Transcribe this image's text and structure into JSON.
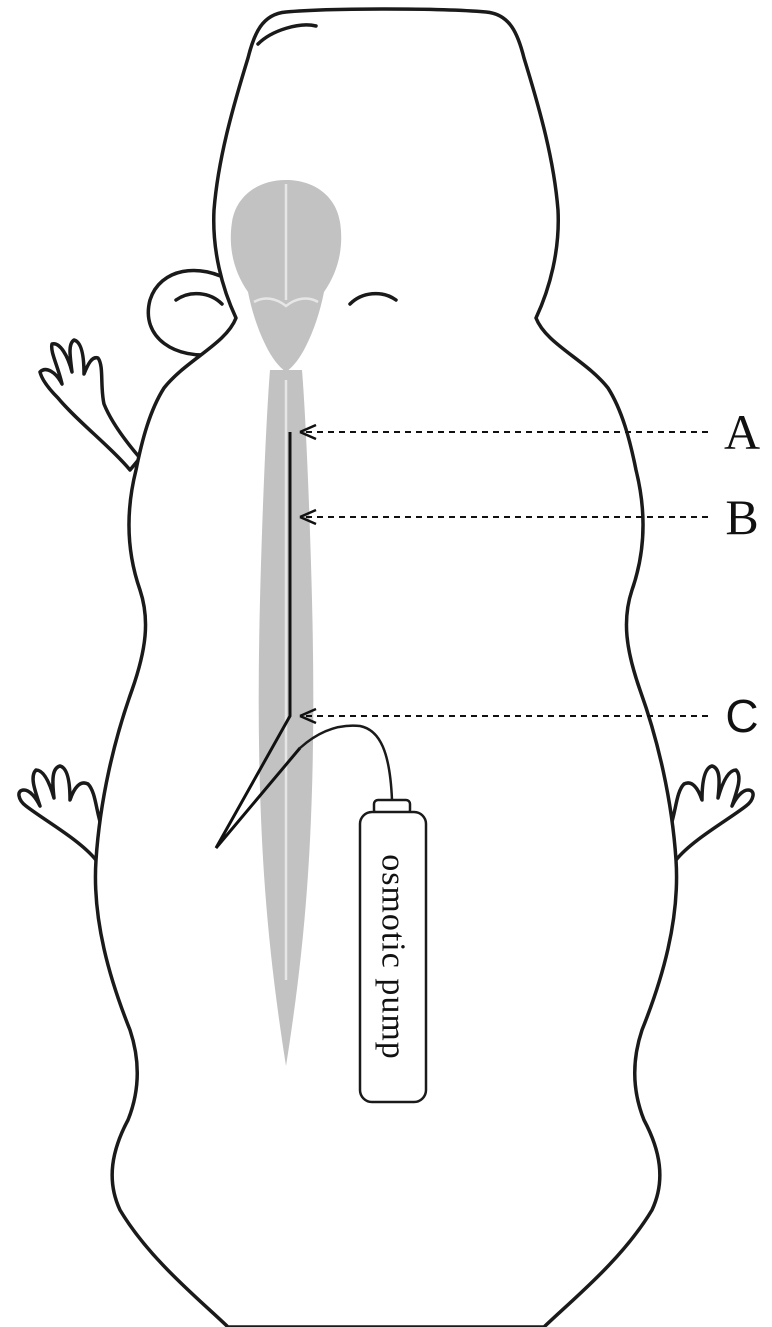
{
  "labels": {
    "a": "A",
    "b": "B",
    "c": "C",
    "pump": "osmotic  pump"
  },
  "colors": {
    "outline": "#1a1a1a",
    "cns": "#c2c2c2",
    "background": "#ffffff"
  }
}
